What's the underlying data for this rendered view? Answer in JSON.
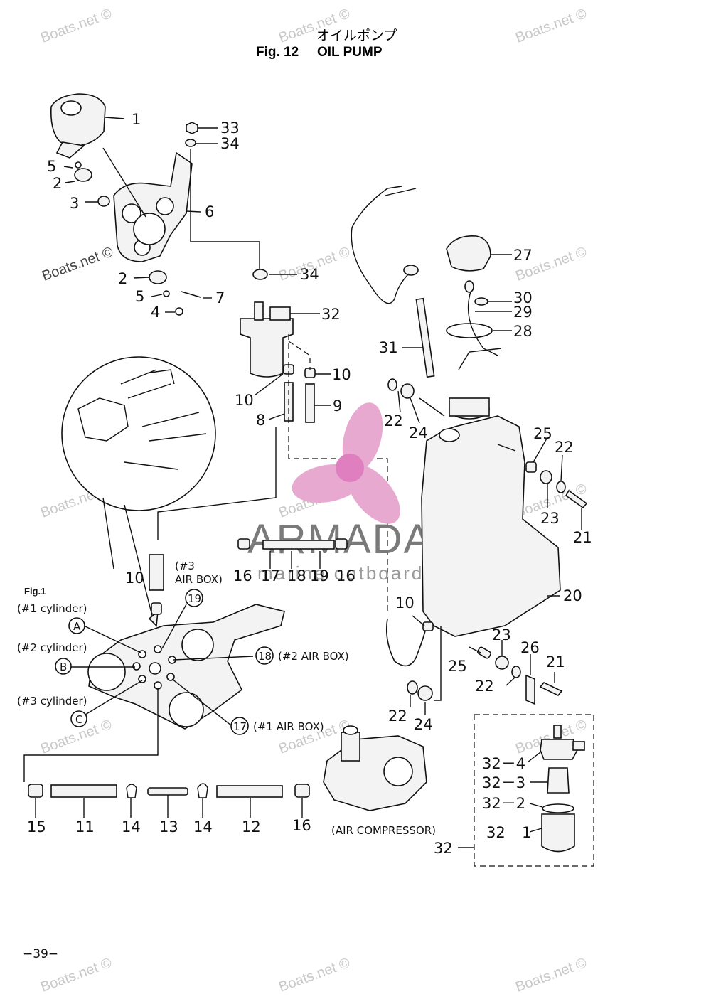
{
  "title": {
    "japanese": "オイルポンプ",
    "figure": "Fig. 12",
    "name": "OIL PUMP"
  },
  "watermark": "Boats.net ©",
  "brand": {
    "name": "ARMADA",
    "subtitle": "marine outboards",
    "colors": {
      "propeller": "#e7a9cf",
      "hub": "#df7fbf",
      "text": "#7a7a7a"
    }
  },
  "inset": {
    "figure": "Fig.1",
    "labels": {
      "cyl1": "(#1 cylinder)",
      "cyl2": "(#2 cylinder)",
      "cyl3": "(#3 cylinder)",
      "airbox1": "(#1 AIR BOX)",
      "airbox2": "(#2 AIR BOX)",
      "airbox3a": "(#3",
      "airbox3b": "AIR BOX)",
      "compressor": "(AIR COMPRESSOR)"
    },
    "markers": {
      "a": "A",
      "b": "B",
      "c": "C",
      "n17": "17",
      "n18": "18",
      "n19": "19"
    }
  },
  "callouts": {
    "c1": "1",
    "c2a": "2",
    "c2b": "2",
    "c3": "3",
    "c4": "4",
    "c5a": "5",
    "c5b": "5",
    "c6": "6",
    "c7": "7",
    "c8": "8",
    "c9": "9",
    "c10a": "10",
    "c10b": "10",
    "c10c": "10",
    "c10d": "10",
    "c11": "11",
    "c12": "12",
    "c13": "13",
    "c14a": "14",
    "c14b": "14",
    "c15": "15",
    "c16a": "16",
    "c16b": "16",
    "c16c": "16",
    "c17": "17",
    "c18": "18",
    "c19": "19",
    "c20": "20",
    "c21a": "21",
    "c21b": "21",
    "c22a": "22",
    "c22b": "22",
    "c22c": "22",
    "c22d": "22",
    "c23a": "23",
    "c23b": "23",
    "c24a": "24",
    "c24b": "24",
    "c25a": "25",
    "c25b": "25",
    "c26": "26",
    "c27": "27",
    "c28": "28",
    "c29": "29",
    "c30": "30",
    "c31": "31",
    "c32a": "32",
    "c32b": "32",
    "c32c": "32",
    "c32d": "32",
    "c32_4": "32－4",
    "c32_3": "32－3",
    "c32_2": "32－2",
    "c32_1": "1",
    "c33": "33",
    "c34a": "34",
    "c34b": "34"
  },
  "page": {
    "number": "−39−"
  }
}
